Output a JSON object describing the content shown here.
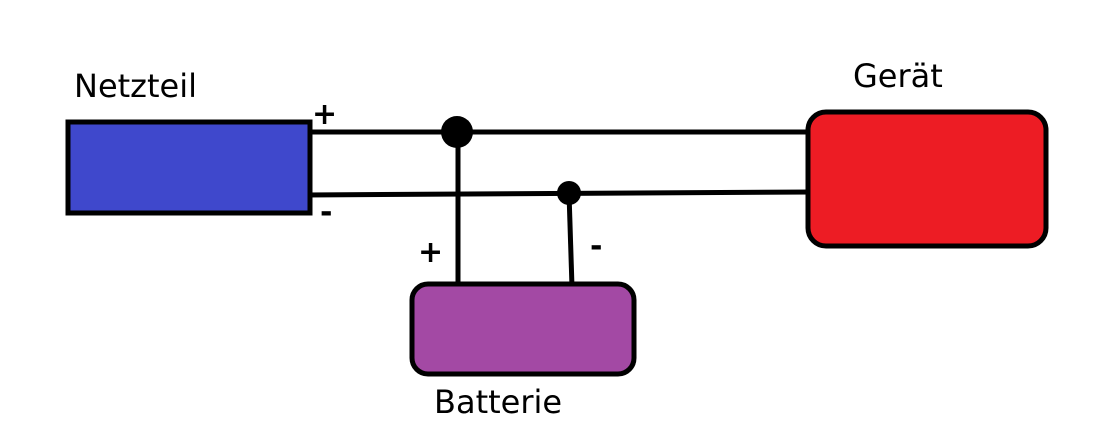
{
  "labels": {
    "power_supply": "Netzteil",
    "device": "Gerät",
    "battery": "Batterie"
  },
  "signs": {
    "power_supply_plus": "+",
    "power_supply_minus": "-",
    "battery_plus": "+",
    "battery_minus": "-"
  },
  "colors": {
    "power_supply": "#3f48cc",
    "device": "#ed1c24",
    "battery": "#a349a4",
    "wire": "#000000"
  }
}
